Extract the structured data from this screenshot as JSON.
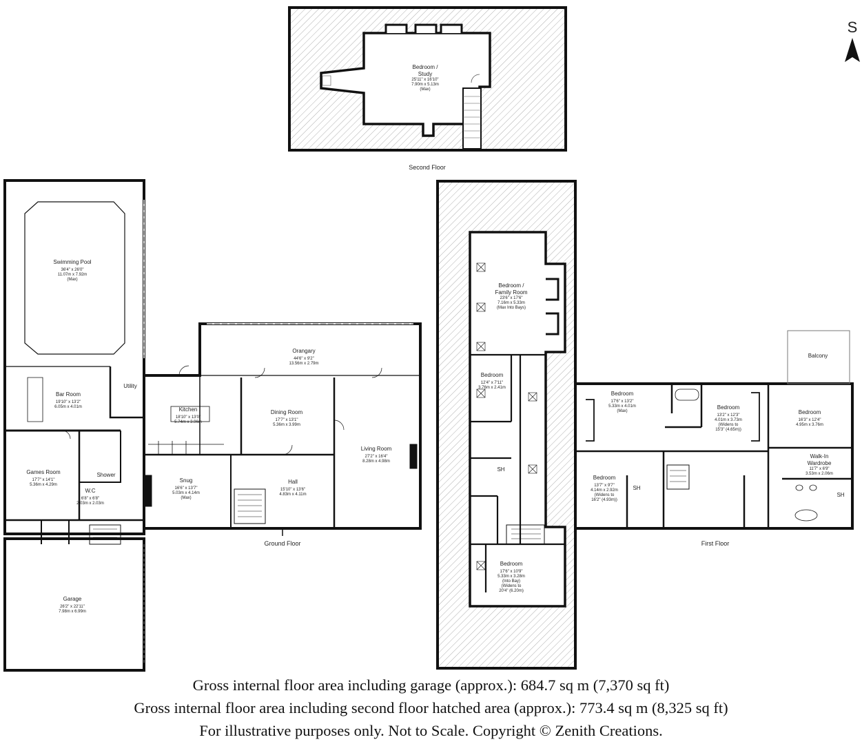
{
  "compass": {
    "label": "S",
    "icon": "north-arrow-icon"
  },
  "floors": {
    "second": {
      "title": "Second Floor",
      "rooms": [
        {
          "id": "bedroom-study",
          "lines": [
            "Bedroom /",
            "Study",
            "25'11\" x 16'10\"",
            "7.90m x 5.13m",
            "(Max)"
          ]
        }
      ]
    },
    "ground": {
      "title": "Ground Floor",
      "rooms": [
        {
          "id": "swimming-pool",
          "lines": [
            "Swimming Pool",
            "36'4\" x 26'0\"",
            "11.07m x 7.92m",
            "(Max)"
          ]
        },
        {
          "id": "bar-room",
          "lines": [
            "Bar Room",
            "19'10\" x 13'2\"",
            "6.05m x 4.01m"
          ]
        },
        {
          "id": "utility",
          "lines": [
            "Utility"
          ]
        },
        {
          "id": "games-room",
          "lines": [
            "Games Room",
            "17'7\" x 14'1\"",
            "5.36m x 4.29m"
          ]
        },
        {
          "id": "shower",
          "lines": [
            "Shower"
          ]
        },
        {
          "id": "wc",
          "lines": [
            "W.C",
            "6'8\" x 6'8\"",
            "2.03m x 2.03m"
          ]
        },
        {
          "id": "garage",
          "lines": [
            "Garage",
            "26'2\" x 22'11\"",
            "7.98m x 6.99m"
          ]
        },
        {
          "id": "orangery",
          "lines": [
            "Orangary",
            "44'6\" x 9'2\"",
            "13.56m x 2.79m"
          ]
        },
        {
          "id": "kitchen",
          "lines": [
            "Kitchen",
            "18'10\" x 13'0\"",
            "5.74m x 3.96m"
          ]
        },
        {
          "id": "dining-room",
          "lines": [
            "Dining Room",
            "17'7\" x 13'1\"",
            "5.36m x 3.99m"
          ]
        },
        {
          "id": "living-room",
          "lines": [
            "Living Room",
            "27'2\" x 16'4\"",
            "8.28m x 4.98m"
          ]
        },
        {
          "id": "snug",
          "lines": [
            "Snug",
            "16'6\" x 13'7\"",
            "5.03m x 4.14m",
            "(Max)"
          ]
        },
        {
          "id": "hall",
          "lines": [
            "Hall",
            "15'10\" x 13'6\"",
            "4.83m x 4.11m"
          ]
        }
      ]
    },
    "first": {
      "title": "First Floor",
      "rooms": [
        {
          "id": "bedroom-family",
          "lines": [
            "Bedroom /",
            "Family Room",
            "23'6\" x 17'6\"",
            "7.16m x 5.33m",
            "(Max Into Bays)"
          ]
        },
        {
          "id": "bedroom-a",
          "lines": [
            "Bedroom",
            "12'4\" x 7'11\"",
            "3.76m x 2.41m"
          ]
        },
        {
          "id": "sh-a",
          "lines": [
            "SH"
          ]
        },
        {
          "id": "bedroom-b",
          "lines": [
            "Bedroom",
            "17'6\" x 10'9\"",
            "5.33m x 3.28m",
            "(Into Bay)",
            "(Widens to",
            "20'4\" (6.20m)"
          ]
        },
        {
          "id": "bedroom-c",
          "lines": [
            "Bedroom",
            "17'6\" x 13'2\"",
            "5.33m x 4.01m",
            "(Max)"
          ]
        },
        {
          "id": "bedroom-d",
          "lines": [
            "Bedroom",
            "13'2\" x 12'3\"",
            "4.01m x 3.73m",
            "(Widens to",
            "15'3\" (4.65m))"
          ]
        },
        {
          "id": "balcony",
          "lines": [
            "Balcony"
          ]
        },
        {
          "id": "bedroom-e",
          "lines": [
            "Bedroom",
            "16'3\" x 12'4\"",
            "4.95m x 3.76m"
          ]
        },
        {
          "id": "walk-in-wardrobe",
          "lines": [
            "Walk-In",
            "Wardrobe",
            "11'7\" x 6'9\"",
            "3.53m x 2.06m"
          ]
        },
        {
          "id": "bedroom-f",
          "lines": [
            "Bedroom",
            "13'7\" x 9'7\"",
            "4.14m x 2.92m",
            "(Widens to",
            "16'2\" (4.93m))"
          ]
        },
        {
          "id": "sh-b",
          "lines": [
            "SH"
          ]
        },
        {
          "id": "sh-c",
          "lines": [
            "SH"
          ]
        }
      ]
    }
  },
  "footer": {
    "line1": "Gross internal floor area including garage (approx.): 684.7 sq m (7,370 sq ft)",
    "line2": "Gross internal floor area including second floor hatched area (approx.): 773.4 sq m (8,325 sq ft)",
    "line3": "For illustrative purposes only. Not to Scale. Copyright © Zenith Creations."
  }
}
